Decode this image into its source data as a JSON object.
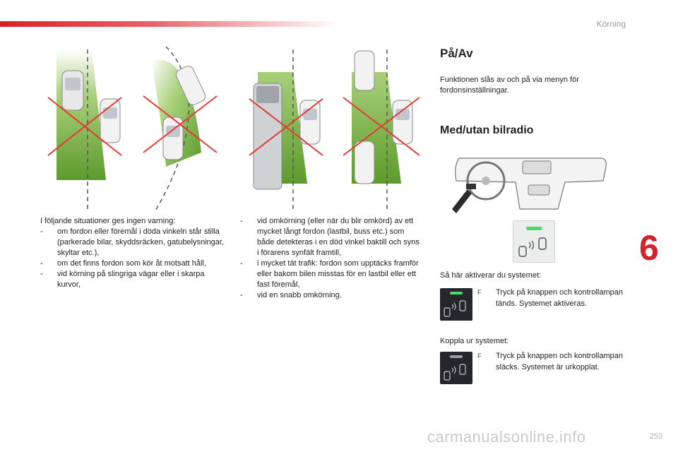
{
  "header": {
    "section": "Körning"
  },
  "chapter": {
    "number": "6"
  },
  "footer": {
    "page": "253",
    "watermark": "carmanualsonline.info"
  },
  "left_column": {
    "intro": "I följande situationer ges ingen varning:",
    "items": [
      "om fordon eller föremål i döda vinkeln står stilla (parkerade bilar, skyddsräcken, gatubelysningar, skyltar etc.),",
      "om det finns fordon som kör åt motsatt håll,",
      "vid körning på slingriga vägar eller i skarpa kurvor,"
    ]
  },
  "middle_column": {
    "items": [
      "vid omkörning (eller när du blir omkörd) av ett mycket långt fordon (lastbil, buss etc.) som både detekteras i en död vinkel baktill och syns i förarens synfält framtill,",
      "i mycket tät trafik: fordon som upptäcks framför eller bakom bilen misstas för en lastbil eller ett fast föremål,",
      "vid en snabb omkörning."
    ]
  },
  "right_column": {
    "heading1": "På/Av",
    "para1": "Funktionen slås av och på via menyn för fordonsinställningar.",
    "heading2": "Med/utan bilradio",
    "activate_intro": "Så här aktiverar du systemet:",
    "activate_step": "Tryck på knappen och kontrollampan tänds. Systemet aktiveras.",
    "deactivate_intro": "Koppla ur systemet:",
    "deactivate_step": "Tryck på knappen och kontrollampan släcks. Systemet är urkopplat.",
    "bullet_glyph": "F"
  },
  "colors": {
    "accent": "#d8202a",
    "green": "#7cb342",
    "cross": "#e53935",
    "button": "#26272b",
    "lamp_on": "#4cd964",
    "lamp_off": "#9aa0a0"
  }
}
